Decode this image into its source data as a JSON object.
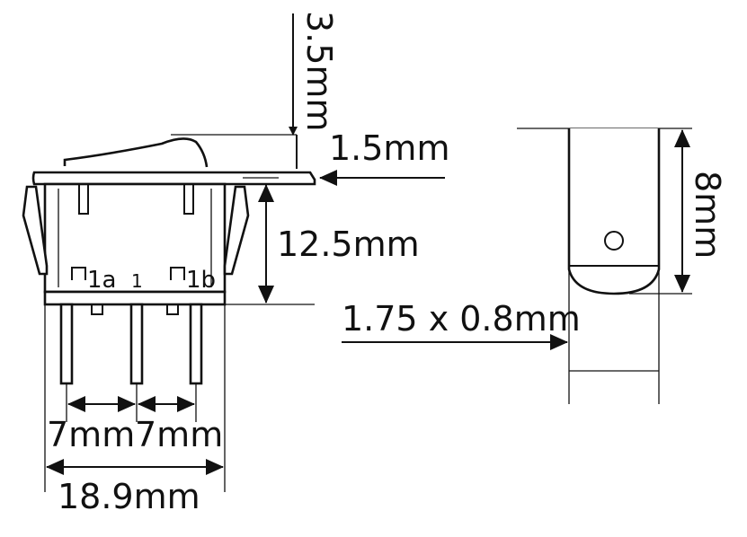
{
  "switch_view": {
    "dim_actuator_travel": "3.5mm",
    "dim_bezel": "1.5mm",
    "dim_body_height": "12.5mm",
    "dim_pitch_left": "7mm",
    "dim_pitch_right": "7mm",
    "dim_total_width": "18.9mm",
    "terminal_left": "1a",
    "terminal_center": "1",
    "terminal_right": "1b"
  },
  "terminal_view": {
    "dim_terminal_size": "1.75 x 0.8mm",
    "dim_terminal_length": "8mm"
  }
}
